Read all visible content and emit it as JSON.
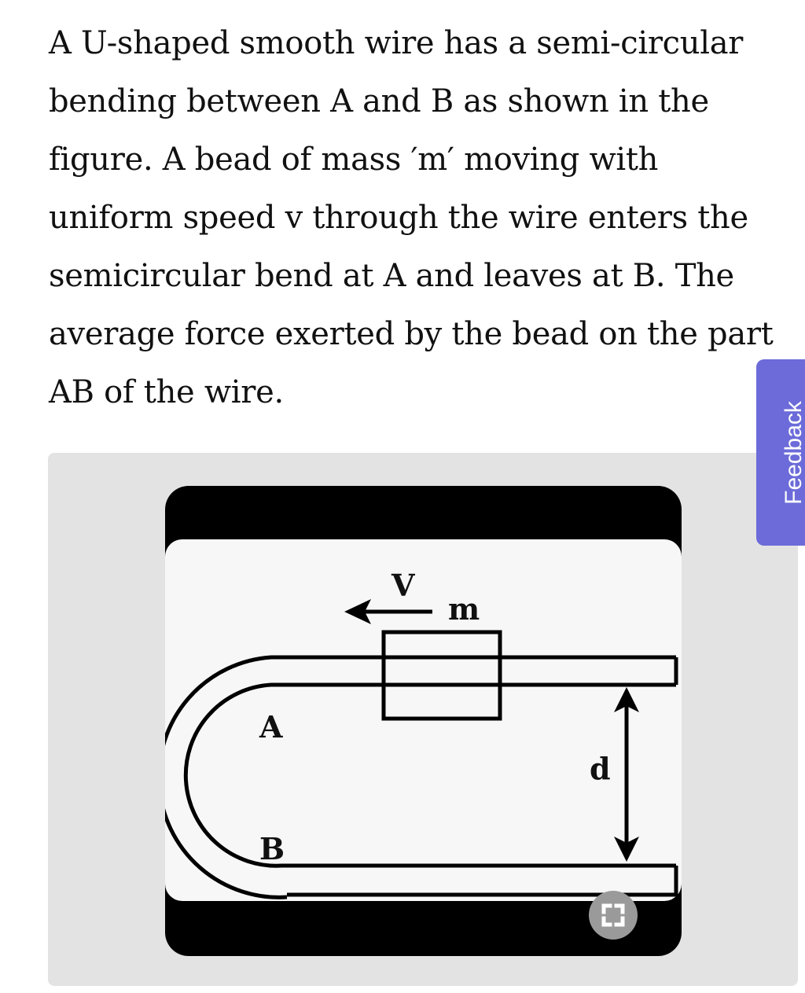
{
  "question": {
    "text": "A U-shaped smooth wire has a semi-circular bending between A and B as shown in the figure. A bead of mass ′m′ moving with uniform speed v through the wire enters the semicircular bend at A and leaves at B. The average force exerted by the bead on the part AB of the wire."
  },
  "figure": {
    "velocity_label": "V",
    "mass_label": "m",
    "point_a_label": "A",
    "point_b_label": "B",
    "distance_label": "d",
    "expand_icon": "expand-icon"
  },
  "feedback": {
    "label": "Feedback"
  },
  "colors": {
    "feedback_tab": "#6c6bd9",
    "card_background": "#e3e3e3",
    "frame": "#000000"
  }
}
